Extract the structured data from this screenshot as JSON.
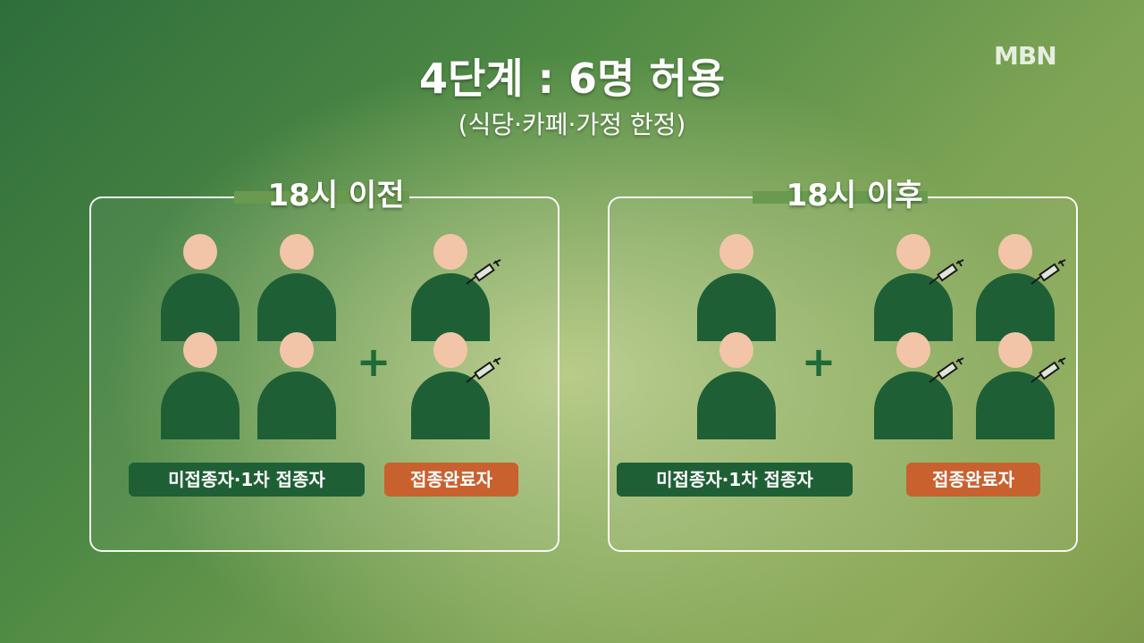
{
  "logo": "MBN",
  "title": "4단계 : 6명 허용",
  "subtitle": "(식당·카페·가정 한정)",
  "colors": {
    "unvaccinated": "#1f5f35",
    "fully_vaccinated": "#c9612f",
    "skin": "#f3c5a8"
  },
  "panels": [
    {
      "title": "18시 이전",
      "plus": "+",
      "label_unvaccinated": "미접종자·1차 접종자",
      "label_vaccinated": "접종완료자"
    },
    {
      "title": "18시 이후",
      "plus": "+",
      "label_unvaccinated": "미접종자·1차 접종자",
      "label_vaccinated": "접종완료자"
    }
  ],
  "icons": {
    "syringe": "syringe-icon",
    "person": "person-icon"
  }
}
